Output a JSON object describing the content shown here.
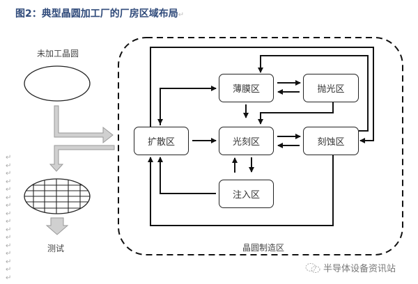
{
  "figure": {
    "title": "图2：典型晶圆加工厂的厂房区域布局",
    "title_mark": "↵"
  },
  "left_flow": {
    "raw_wafer_label": "未加工晶圆",
    "test_label": "测试"
  },
  "fab_zone": {
    "label": "晶圆制造区",
    "boxes": {
      "thin_film": "薄膜区",
      "polishing": "抛光区",
      "diffusion": "扩散区",
      "lithography": "光刻区",
      "etching": "刻蚀区",
      "implant": "注入区"
    }
  },
  "paragraph_marks": [
    "↵",
    "↵",
    "↵",
    "↵",
    "↵",
    "↵",
    "↵",
    "↵",
    "↵",
    "↵",
    "↵",
    "↵",
    "↵",
    "↵",
    "↵",
    "↵"
  ],
  "watermark": {
    "icon": "wechat-icon",
    "text": "半导体设备资讯站"
  },
  "colors": {
    "title": "#2f4a7a",
    "arrow_fill": "#d0d0d0",
    "line": "#111111"
  }
}
